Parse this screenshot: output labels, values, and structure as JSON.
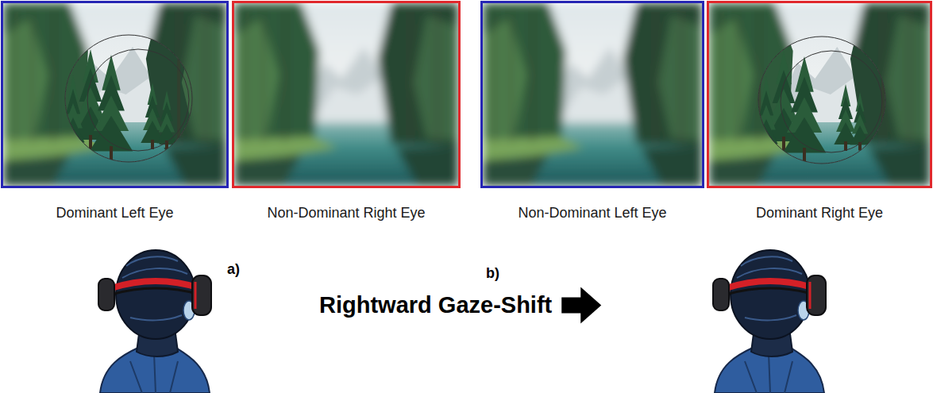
{
  "diagram": {
    "nodes": [
      {
        "text": [
          "Dominant Left Eye"
        ]
      },
      {
        "text": [
          "Non-Dominant Right Eye"
        ]
      },
      {
        "text": [
          "Non-Dominant Left Eye"
        ]
      },
      {
        "text": [
          "Dominant Right Eye"
        ]
      }
    ],
    "labels": [
      "a)",
      "b)",
      "Rightward Gaze-Shift"
    ]
  }
}
